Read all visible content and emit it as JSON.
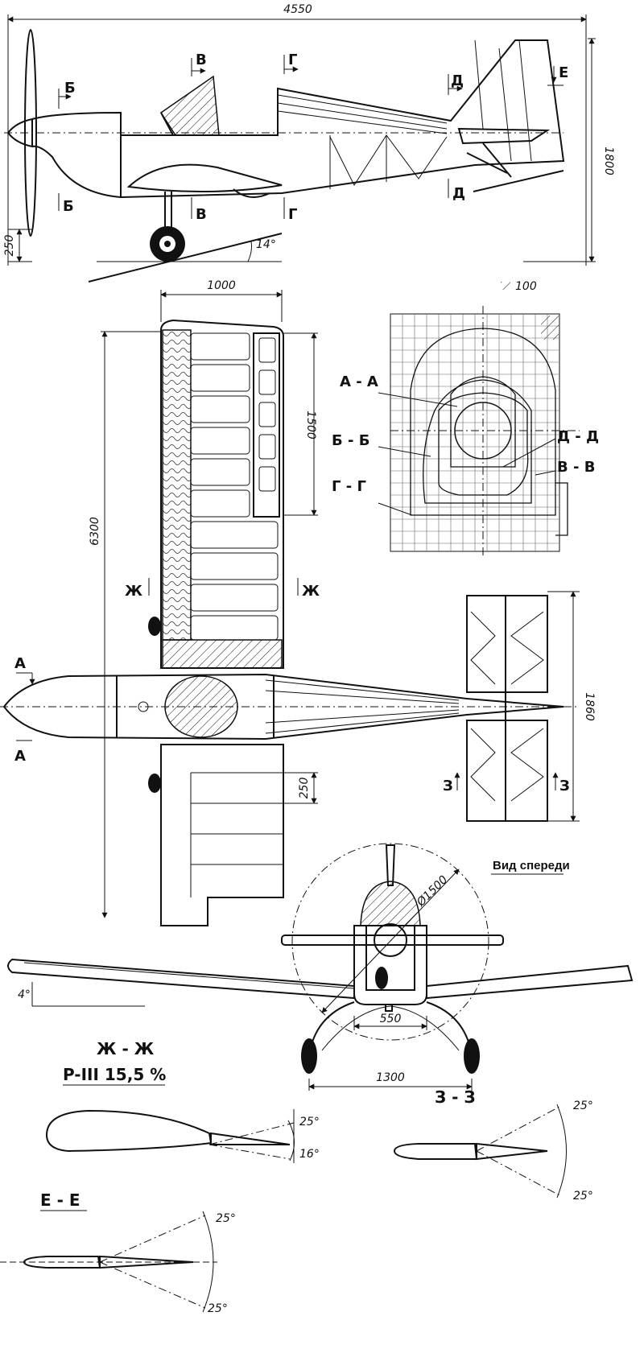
{
  "dimensions": {
    "length": "4550",
    "height": "1800",
    "prop_height": "250",
    "wing_chord": "1000",
    "wingspan": "6300",
    "aileron": "1500",
    "tail_span": "1860",
    "flap_rib": "250",
    "prop_diameter": "Ø1500",
    "gear_width": "550",
    "track": "1300"
  },
  "angles": {
    "ground": "14°",
    "dihedral": "4°",
    "a25a": "25°",
    "a16": "16°",
    "a25b": "25°",
    "a25c": "25°",
    "a25d": "25°",
    "a25e": "25°"
  },
  "section_marks": {
    "b": "Б",
    "v": "В",
    "g": "Г",
    "d": "Д",
    "e": "Е",
    "a": "А",
    "zh": "Ж",
    "z": "З"
  },
  "sections_legend": {
    "scale": "100",
    "aa": "А - А",
    "bb": "Б - Б",
    "gg": "Г - Г",
    "dd": "Д - Д",
    "vv": "В - В"
  },
  "titles": {
    "front_view": "Вид спереди",
    "zh_zh": "Ж - Ж",
    "profile": "P-III 15,5 %",
    "z_z": "З - З",
    "e_e": "Е - Е"
  }
}
